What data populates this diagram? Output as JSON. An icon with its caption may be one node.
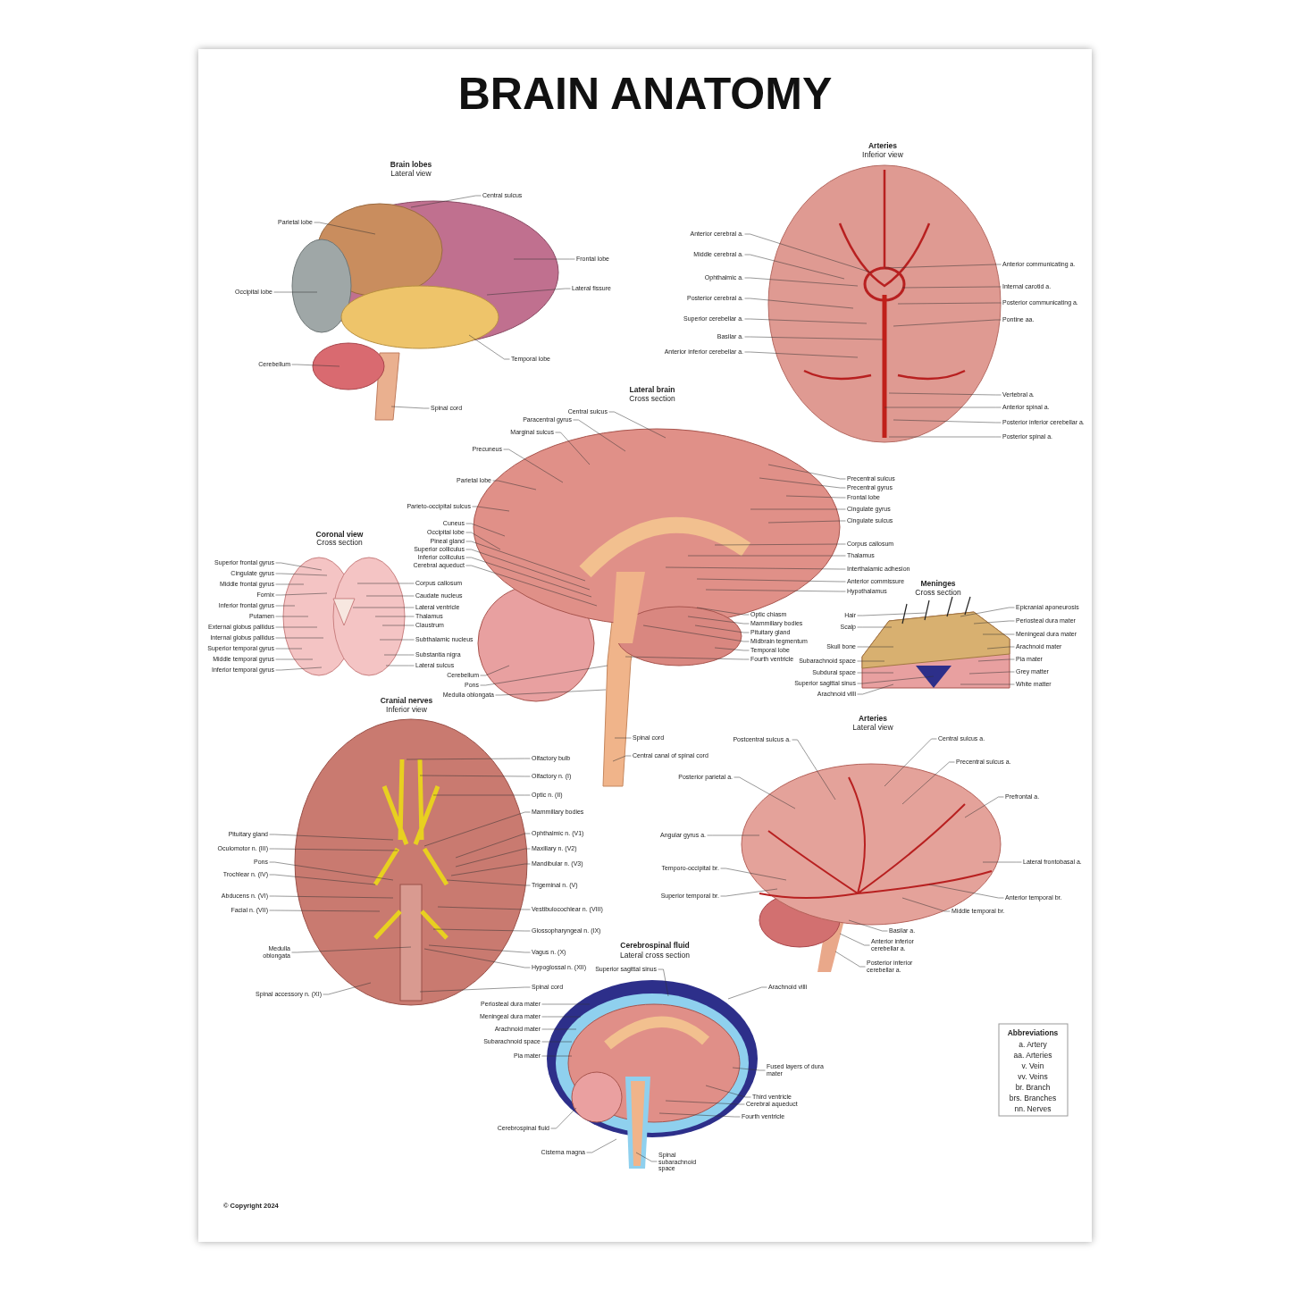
{
  "diagram": {
    "title": "BRAIN ANATOMY",
    "nodes": [
      {
        "text": [
          "Central sulcus"
        ]
      },
      {
        "text": [
          "Parietal lobe"
        ]
      },
      {
        "text": [
          "Frontal lobe"
        ]
      },
      {
        "text": [
          "Occipital lobe"
        ]
      },
      {
        "text": [
          "Lateral fissure"
        ]
      },
      {
        "text": [
          "Cerebellum"
        ]
      },
      {
        "text": [
          "Temporal lobe"
        ]
      },
      {
        "text": [
          "Spinal cord"
        ]
      },
      {
        "text": [
          "Anterior cerebral a."
        ]
      },
      {
        "text": [
          "Middle cerebral a."
        ]
      },
      {
        "text": [
          "Ophthalmic a."
        ]
      },
      {
        "text": [
          "Posterior cerebral a."
        ]
      },
      {
        "text": [
          "Superior cerebellar a."
        ]
      },
      {
        "text": [
          "Basilar a."
        ]
      },
      {
        "text": [
          "Anterior inferior cerebellar a."
        ]
      },
      {
        "text": [
          "Anterior communicating a."
        ]
      },
      {
        "text": [
          "Internal carotid a."
        ]
      },
      {
        "text": [
          "Posterior communicating a."
        ]
      },
      {
        "text": [
          "Pontine aa."
        ]
      },
      {
        "text": [
          "Vertebral a."
        ]
      },
      {
        "text": [
          "Anterior spinal a."
        ]
      },
      {
        "text": [
          "Posterior inferior cerebellar a."
        ]
      },
      {
        "text": [
          "Posterior spinal a."
        ]
      },
      {
        "text": [
          "Central sulcus"
        ]
      },
      {
        "text": [
          "Paracentral gyrus"
        ]
      },
      {
        "text": [
          "Marginal sulcus"
        ]
      },
      {
        "text": [
          "Precuneus"
        ]
      },
      {
        "text": [
          "Parietal lobe"
        ]
      },
      {
        "text": [
          "Parieto-occipital sulcus"
        ]
      },
      {
        "text": [
          "Cuneus"
        ]
      },
      {
        "text": [
          "Occipital lobe"
        ]
      },
      {
        "text": [
          "Pineal gland"
        ]
      },
      {
        "text": [
          "Superior colliculus"
        ]
      },
      {
        "text": [
          "Inferior colliculus"
        ]
      },
      {
        "text": [
          "Cerebral aqueduct"
        ]
      },
      {
        "text": [
          "Cerebellum"
        ]
      },
      {
        "text": [
          "Pons"
        ]
      },
      {
        "text": [
          "Medulla oblongata"
        ]
      },
      {
        "text": [
          "Precentral sulcus"
        ]
      },
      {
        "text": [
          "Precentral gyrus"
        ]
      },
      {
        "text": [
          "Frontal lobe"
        ]
      },
      {
        "text": [
          "Cingulate gyrus"
        ]
      },
      {
        "text": [
          "Cingulate sulcus"
        ]
      },
      {
        "text": [
          "Corpus callosum"
        ]
      },
      {
        "text": [
          "Thalamus"
        ]
      },
      {
        "text": [
          "Interthalamic adhesion"
        ]
      },
      {
        "text": [
          "Anterior commissure"
        ]
      },
      {
        "text": [
          "Hypothalamus"
        ]
      },
      {
        "text": [
          "Optic chiasm"
        ]
      },
      {
        "text": [
          "Mammillary bodies"
        ]
      },
      {
        "text": [
          "Pituitary gland"
        ]
      },
      {
        "text": [
          "Midbrain tegmentum"
        ]
      },
      {
        "text": [
          "Temporal lobe"
        ]
      },
      {
        "text": [
          "Fourth ventricle"
        ]
      },
      {
        "text": [
          "Spinal cord"
        ]
      },
      {
        "text": [
          "Central canal of spinal cord"
        ]
      },
      {
        "text": [
          "Superior frontal gyrus"
        ]
      },
      {
        "text": [
          "Cingulate gyrus"
        ]
      },
      {
        "text": [
          "Middle frontal gyrus"
        ]
      },
      {
        "text": [
          "Fornix"
        ]
      },
      {
        "text": [
          "Inferior frontal gyrus"
        ]
      },
      {
        "text": [
          "Putamen"
        ]
      },
      {
        "text": [
          "External globus pallidus"
        ]
      },
      {
        "text": [
          "Internal globus pallidus"
        ]
      },
      {
        "text": [
          "Superior temporal gyrus"
        ]
      },
      {
        "text": [
          "Middle temporal gyrus"
        ]
      },
      {
        "text": [
          "Inferior temporal gyrus"
        ]
      },
      {
        "text": [
          "Corpus callosum"
        ]
      },
      {
        "text": [
          "Caudate nucleus"
        ]
      },
      {
        "text": [
          "Lateral ventricle"
        ]
      },
      {
        "text": [
          "Thalamus"
        ]
      },
      {
        "text": [
          "Claustrum"
        ]
      },
      {
        "text": [
          "Subthalamic nucleus"
        ]
      },
      {
        "text": [
          "Substantia nigra"
        ]
      },
      {
        "text": [
          "Lateral sulcus"
        ]
      },
      {
        "text": [
          "Pituitary gland"
        ]
      },
      {
        "text": [
          "Oculomotor n. (III)"
        ]
      },
      {
        "text": [
          "Pons"
        ]
      },
      {
        "text": [
          "Trochlear n. (IV)"
        ]
      },
      {
        "text": [
          "Abducens n. (VI)"
        ]
      },
      {
        "text": [
          "Facial n. (VII)"
        ]
      },
      {
        "text": [
          "Medulla oblongata"
        ]
      },
      {
        "text": [
          "Spinal accessory n. (XI)"
        ]
      },
      {
        "text": [
          "Olfactory bulb"
        ]
      },
      {
        "text": [
          "Olfactory n. (I)"
        ]
      },
      {
        "text": [
          "Optic n. (II)"
        ]
      },
      {
        "text": [
          "Mammillary bodies"
        ]
      },
      {
        "text": [
          "Ophthalmic n. (V1)"
        ]
      },
      {
        "text": [
          "Maxillary n. (V2)"
        ]
      },
      {
        "text": [
          "Mandibular n. (V3)"
        ]
      },
      {
        "text": [
          "Trigeminal n. (V)"
        ]
      },
      {
        "text": [
          "Vestibulocochlear n. (VIII)"
        ]
      },
      {
        "text": [
          "Glossopharyngeal n. (IX)"
        ]
      },
      {
        "text": [
          "Vagus n. (X)"
        ]
      },
      {
        "text": [
          "Hypoglossal n. (XII)"
        ]
      },
      {
        "text": [
          "Spinal cord"
        ]
      },
      {
        "text": [
          "Hair"
        ]
      },
      {
        "text": [
          "Scalp"
        ]
      },
      {
        "text": [
          "Skull bone"
        ]
      },
      {
        "text": [
          "Subarachnoid space"
        ]
      },
      {
        "text": [
          "Subdural space"
        ]
      },
      {
        "text": [
          "Superior sagittal sinus"
        ]
      },
      {
        "text": [
          "Arachnoid villi"
        ]
      },
      {
        "text": [
          "Epicranial aponeurosis"
        ]
      },
      {
        "text": [
          "Periosteal dura mater"
        ]
      },
      {
        "text": [
          "Meningeal dura mater"
        ]
      },
      {
        "text": [
          "Arachnoid mater"
        ]
      },
      {
        "text": [
          "Pia mater"
        ]
      },
      {
        "text": [
          "Grey matter"
        ]
      },
      {
        "text": [
          "White matter"
        ]
      },
      {
        "text": [
          "Postcentral sulcus a."
        ]
      },
      {
        "text": [
          "Central sulcus a."
        ]
      },
      {
        "text": [
          "Precentral sulcus a."
        ]
      },
      {
        "text": [
          "Posterior parietal a."
        ]
      },
      {
        "text": [
          "Prefrontal a."
        ]
      },
      {
        "text": [
          "Angular gyrus a."
        ]
      },
      {
        "text": [
          "Lateral frontobasal a."
        ]
      },
      {
        "text": [
          "Temporo-occipital br."
        ]
      },
      {
        "text": [
          "Anterior temporal br."
        ]
      },
      {
        "text": [
          "Superior temporal br."
        ]
      },
      {
        "text": [
          "Middle temporal br."
        ]
      },
      {
        "text": [
          "Basilar a."
        ]
      },
      {
        "text": [
          "Anterior inferior cerebellar a."
        ]
      },
      {
        "text": [
          "Posterior inferior cerebellar a."
        ]
      },
      {
        "text": [
          "Superior sagittal sinus"
        ]
      },
      {
        "text": [
          "Arachnoid villi"
        ]
      },
      {
        "text": [
          "Periosteal dura mater"
        ]
      },
      {
        "text": [
          "Meningeal dura mater"
        ]
      },
      {
        "text": [
          "Arachnoid mater"
        ]
      },
      {
        "text": [
          "Subarachnoid space"
        ]
      },
      {
        "text": [
          "Pia mater"
        ]
      },
      {
        "text": [
          "Fused layers of dura mater"
        ]
      },
      {
        "text": [
          "Third ventricle"
        ]
      },
      {
        "text": [
          "Cerebral aqueduct"
        ]
      },
      {
        "text": [
          "Fourth ventricle"
        ]
      },
      {
        "text": [
          "Cerebrospinal fluid"
        ]
      },
      {
        "text": [
          "Cisterna magna"
        ]
      },
      {
        "text": [
          "Spinal subarachnoid space"
        ]
      }
    ],
    "edges": [
      {
        "from": 0,
        "to": null,
        "arrow": "none"
      },
      {
        "from": 1,
        "to": null,
        "arrow": "none"
      },
      {
        "from": 2,
        "to": null,
        "arrow": "none"
      },
      {
        "from": 3,
        "to": null,
        "arrow": "none"
      },
      {
        "from": 4,
        "to": null,
        "arrow": "none"
      },
      {
        "from": 5,
        "to": null,
        "arrow": "none"
      },
      {
        "from": 6,
        "to": null,
        "arrow": "none"
      },
      {
        "from": 7,
        "to": null,
        "arrow": "none"
      },
      {
        "from": 8,
        "to": null,
        "arrow": "none"
      },
      {
        "from": 9,
        "to": null,
        "arrow": "none"
      },
      {
        "from": 10,
        "to": null,
        "arrow": "none"
      },
      {
        "from": 11,
        "to": null,
        "arrow": "none"
      },
      {
        "from": 12,
        "to": null,
        "arrow": "none"
      },
      {
        "from": 13,
        "to": null,
        "arrow": "none"
      },
      {
        "from": 14,
        "to": null,
        "arrow": "none"
      },
      {
        "from": 15,
        "to": null,
        "arrow": "none"
      },
      {
        "from": 16,
        "to": null,
        "arrow": "none"
      },
      {
        "from": 17,
        "to": null,
        "arrow": "none"
      },
      {
        "from": 18,
        "to": null,
        "arrow": "none"
      },
      {
        "from": 19,
        "to": null,
        "arrow": "none"
      },
      {
        "from": 20,
        "to": null,
        "arrow": "none"
      },
      {
        "from": 21,
        "to": null,
        "arrow": "none"
      },
      {
        "from": 22,
        "to": null,
        "arrow": "none"
      },
      {
        "from": 23,
        "to": null,
        "arrow": "none"
      },
      {
        "from": 24,
        "to": null,
        "arrow": "none"
      },
      {
        "from": 25,
        "to": null,
        "arrow": "none"
      },
      {
        "from": 26,
        "to": null,
        "arrow": "none"
      },
      {
        "from": 27,
        "to": null,
        "arrow": "none"
      },
      {
        "from": 28,
        "to": null,
        "arrow": "none"
      },
      {
        "from": 29,
        "to": null,
        "arrow": "none"
      },
      {
        "from": 30,
        "to": null,
        "arrow": "none"
      },
      {
        "from": 31,
        "to": null,
        "arrow": "none"
      },
      {
        "from": 32,
        "to": null,
        "arrow": "none"
      },
      {
        "from": 33,
        "to": null,
        "arrow": "none"
      },
      {
        "from": 34,
        "to": null,
        "arrow": "none"
      },
      {
        "from": 35,
        "to": null,
        "arrow": "none"
      },
      {
        "from": 36,
        "to": null,
        "arrow": "none"
      },
      {
        "from": 37,
        "to": null,
        "arrow": "none"
      },
      {
        "from": 38,
        "to": null,
        "arrow": "none"
      },
      {
        "from": 39,
        "to": null,
        "arrow": "none"
      },
      {
        "from": 40,
        "to": null,
        "arrow": "none"
      },
      {
        "from": 41,
        "to": null,
        "arrow": "none"
      },
      {
        "from": 42,
        "to": null,
        "arrow": "none"
      },
      {
        "from": 43,
        "to": null,
        "arrow": "none"
      },
      {
        "from": 44,
        "to": null,
        "arrow": "none"
      },
      {
        "from": 45,
        "to": null,
        "arrow": "none"
      },
      {
        "from": 46,
        "to": null,
        "arrow": "none"
      },
      {
        "from": 47,
        "to": null,
        "arrow": "none"
      },
      {
        "from": 48,
        "to": null,
        "arrow": "none"
      },
      {
        "from": 49,
        "to": null,
        "arrow": "none"
      },
      {
        "from": 50,
        "to": null,
        "arrow": "none"
      },
      {
        "from": 51,
        "to": null,
        "arrow": "none"
      },
      {
        "from": 52,
        "to": null,
        "arrow": "none"
      },
      {
        "from": 53,
        "to": null,
        "arrow": "none"
      },
      {
        "from": 54,
        "to": null,
        "arrow": "none"
      },
      {
        "from": 55,
        "to": null,
        "arrow": "none"
      },
      {
        "from": 56,
        "to": null,
        "arrow": "none"
      },
      {
        "from": 57,
        "to": null,
        "arrow": "none"
      },
      {
        "from": 58,
        "to": null,
        "arrow": "none"
      },
      {
        "from": 59,
        "to": null,
        "arrow": "none"
      },
      {
        "from": 60,
        "to": null,
        "arrow": "none"
      },
      {
        "from": 61,
        "to": null,
        "arrow": "none"
      },
      {
        "from": 62,
        "to": null,
        "arrow": "none"
      },
      {
        "from": 63,
        "to": null,
        "arrow": "none"
      },
      {
        "from": 64,
        "to": null,
        "arrow": "none"
      },
      {
        "from": 65,
        "to": null,
        "arrow": "none"
      },
      {
        "from": 66,
        "to": null,
        "arrow": "none"
      },
      {
        "from": 67,
        "to": null,
        "arrow": "none"
      },
      {
        "from": 68,
        "to": null,
        "arrow": "none"
      },
      {
        "from": 69,
        "to": null,
        "arrow": "none"
      },
      {
        "from": 70,
        "to": null,
        "arrow": "none"
      },
      {
        "from": 71,
        "to": null,
        "arrow": "none"
      },
      {
        "from": 72,
        "to": null,
        "arrow": "none"
      },
      {
        "from": 73,
        "to": null,
        "arrow": "none"
      },
      {
        "from": 74,
        "to": null,
        "arrow": "none"
      },
      {
        "from": 75,
        "to": null,
        "arrow": "none"
      },
      {
        "from": 76,
        "to": null,
        "arrow": "none"
      },
      {
        "from": 77,
        "to": null,
        "arrow": "none"
      },
      {
        "from": 78,
        "to": null,
        "arrow": "none"
      },
      {
        "from": 79,
        "to": null,
        "arrow": "none"
      },
      {
        "from": 80,
        "to": null,
        "arrow": "none"
      },
      {
        "from": 81,
        "to": null,
        "arrow": "none"
      },
      {
        "from": 82,
        "to": null,
        "arrow": "none"
      },
      {
        "from": 83,
        "to": null,
        "arrow": "none"
      },
      {
        "from": 84,
        "to": null,
        "arrow": "none"
      },
      {
        "from": 85,
        "to": null,
        "arrow": "none"
      },
      {
        "from": 86,
        "to": null,
        "arrow": "none"
      },
      {
        "from": 87,
        "to": null,
        "arrow": "none"
      },
      {
        "from": 88,
        "to": null,
        "arrow": "none"
      },
      {
        "from": 89,
        "to": null,
        "arrow": "none"
      },
      {
        "from": 90,
        "to": null,
        "arrow": "none"
      },
      {
        "from": 91,
        "to": null,
        "arrow": "none"
      },
      {
        "from": 92,
        "to": null,
        "arrow": "none"
      },
      {
        "from": 93,
        "to": null,
        "arrow": "none"
      },
      {
        "from": 94,
        "to": null,
        "arrow": "none"
      },
      {
        "from": 95,
        "to": null,
        "arrow": "none"
      },
      {
        "from": 96,
        "to": null,
        "arrow": "none"
      },
      {
        "from": 97,
        "to": null,
        "arrow": "none"
      },
      {
        "from": 98,
        "to": null,
        "arrow": "none"
      },
      {
        "from": 99,
        "to": null,
        "arrow": "none"
      },
      {
        "from": 100,
        "to": null,
        "arrow": "none"
      },
      {
        "from": 101,
        "to": null,
        "arrow": "none"
      },
      {
        "from": 102,
        "to": null,
        "arrow": "none"
      },
      {
        "from": 103,
        "to": null,
        "arrow": "none"
      },
      {
        "from": 104,
        "to": null,
        "arrow": "none"
      },
      {
        "from": 105,
        "to": null,
        "arrow": "none"
      },
      {
        "from": 106,
        "to": null,
        "arrow": "none"
      },
      {
        "from": 107,
        "to": null,
        "arrow": "none"
      },
      {
        "from": 108,
        "to": null,
        "arrow": "none"
      },
      {
        "from": 109,
        "to": null,
        "arrow": "none"
      },
      {
        "from": 110,
        "to": null,
        "arrow": "none"
      },
      {
        "from": 111,
        "to": null,
        "arrow": "none"
      },
      {
        "from": 112,
        "to": null,
        "arrow": "none"
      },
      {
        "from": 113,
        "to": null,
        "arrow": "none"
      },
      {
        "from": 114,
        "to": null,
        "arrow": "none"
      },
      {
        "from": 115,
        "to": null,
        "arrow": "none"
      },
      {
        "from": 116,
        "to": null,
        "arrow": "none"
      },
      {
        "from": 117,
        "to": null,
        "arrow": "none"
      },
      {
        "from": 118,
        "to": null,
        "arrow": "none"
      },
      {
        "from": 119,
        "to": null,
        "arrow": "none"
      },
      {
        "from": 120,
        "to": null,
        "arrow": "none"
      },
      {
        "from": 121,
        "to": null,
        "arrow": "none"
      },
      {
        "from": 122,
        "to": null,
        "arrow": "none"
      },
      {
        "from": 123,
        "to": null,
        "arrow": "none"
      },
      {
        "from": 124,
        "to": null,
        "arrow": "none"
      },
      {
        "from": 125,
        "to": null,
        "arrow": "none"
      },
      {
        "from": 126,
        "to": null,
        "arrow": "none"
      },
      {
        "from": 127,
        "to": null,
        "arrow": "none"
      },
      {
        "from": 128,
        "to": null,
        "arrow": "none"
      },
      {
        "from": 129,
        "to": null,
        "arrow": "none"
      },
      {
        "from": 130,
        "to": null,
        "arrow": "none"
      },
      {
        "from": 131,
        "to": null,
        "arrow": "none"
      },
      {
        "from": 132,
        "to": null,
        "arrow": "none"
      },
      {
        "from": 133,
        "to": null,
        "arrow": "none"
      },
      {
        "from": 134,
        "to": null,
        "arrow": "none"
      },
      {
        "from": 135,
        "to": null,
        "arrow": "none"
      },
      {
        "from": 136,
        "to": null,
        "arrow": "none"
      },
      {
        "from": 137,
        "to": null,
        "arrow": "none"
      }
    ],
    "labels": [
      "Brain lobes",
      "Lateral view",
      "Arteries",
      "Inferior view",
      "Lateral brain",
      "Cross section",
      "Coronal view",
      "Cross section",
      "Meninges",
      "Cross section",
      "Cranial nerves",
      "Inferior view",
      "Arteries",
      "Lateral view",
      "Cerebrospinal fluid",
      "Lateral cross section",
      "Abbreviations",
      "a. Artery",
      "aa. Arteries",
      "v. Vein",
      "vv. Veins",
      "br. Branch",
      "brs. Branches",
      "nn. Nerves",
      "© Copyright 2024"
    ]
  }
}
